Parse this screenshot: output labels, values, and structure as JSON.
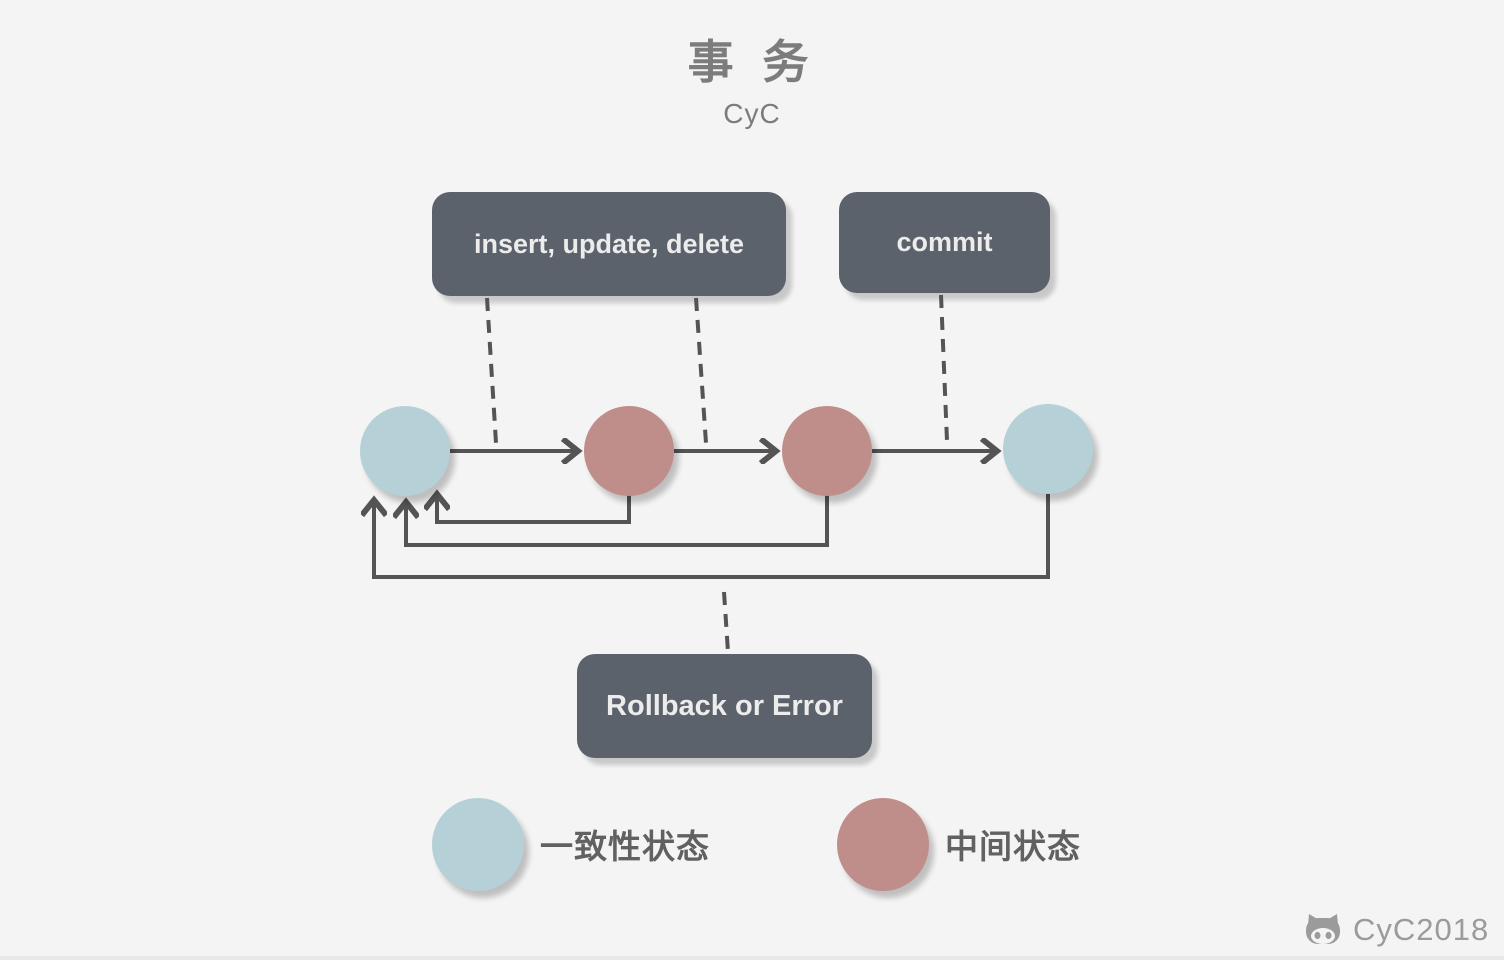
{
  "title": "事 务",
  "subtitle": "CyC",
  "diagram": {
    "operation_box": "insert, update, delete",
    "commit_box": "commit",
    "rollback_box": "Rollback or Error",
    "states": [
      {
        "index": 1,
        "type": "consistent"
      },
      {
        "index": 2,
        "type": "intermediate"
      },
      {
        "index": 3,
        "type": "intermediate"
      },
      {
        "index": 4,
        "type": "consistent"
      }
    ],
    "transitions": [
      {
        "from": 1,
        "to": 2,
        "style": "forward-arrow"
      },
      {
        "from": 2,
        "to": 3,
        "style": "forward-arrow"
      },
      {
        "from": 3,
        "to": 4,
        "style": "forward-arrow"
      },
      {
        "from": 2,
        "to": 1,
        "style": "return-arrow"
      },
      {
        "from": 3,
        "to": 1,
        "style": "return-arrow"
      },
      {
        "from": 4,
        "to": 1,
        "style": "return-arrow"
      }
    ]
  },
  "legend": {
    "consistent": {
      "label": "一致性状态",
      "color": "#b5d0d6"
    },
    "intermediate": {
      "label": "中间状态",
      "color": "#bf8e8a"
    }
  },
  "watermark": {
    "text": "CyC2018",
    "icon": "octocat-icon"
  },
  "colors": {
    "background": "#f4f4f4",
    "box_fill": "#5b626b",
    "box_text": "#ececec",
    "line": "#545454",
    "title_text": "#7c7c7c",
    "legend_text": "#616161",
    "consistent_state": "#b5d0d6",
    "intermediate_state": "#bf8e8a",
    "watermark_text": "#9b9b9b"
  }
}
